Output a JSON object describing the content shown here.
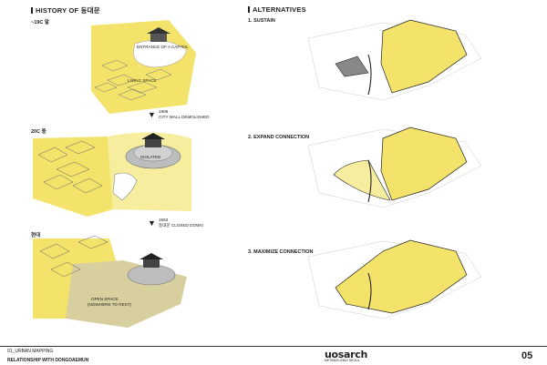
{
  "left_title": "HISTORY OF 동대문",
  "right_title": "ALTERNATIVES",
  "eras": [
    {
      "label": "~19C 말",
      "labels": [
        "ENTRANCE OF A CAPITAL",
        "LIVING SPACE"
      ]
    },
    {
      "label": "20C 중",
      "labels": [
        "ISOLATED"
      ]
    },
    {
      "label": "현대",
      "labels": [
        "OPEN SPACE",
        "(NOWHERE TO REST)"
      ]
    }
  ],
  "events": [
    {
      "year": "1908",
      "text": "CITY WALL DEMOLISHED"
    },
    {
      "year": "1963",
      "text": "동대문 CLOSED DOWN"
    }
  ],
  "alternatives": [
    "1. SUSTAIN",
    "2. EXPAND CONNECTION",
    "3. MAXIMIZE CONNECTION"
  ],
  "footer": {
    "section": "01_URBAN MAPPING",
    "subtitle": "RELATIONSHIP WITH DONGDAEMUN",
    "logo": "uosarch",
    "logo_sub": "METABOLIZING SEOUL",
    "page": "05"
  },
  "colors": {
    "accent_yellow": "#f3e36b",
    "light_yellow": "#f6ee9e",
    "beige": "#d8cf9e",
    "grey": "#b5b5b5"
  }
}
